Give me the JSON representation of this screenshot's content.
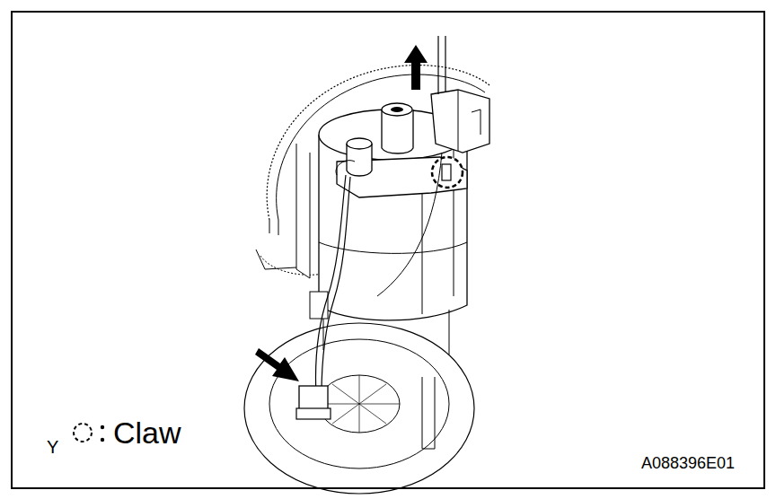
{
  "diagram": {
    "labels": [
      "Y",
      "A088396E01"
    ],
    "legend": [
      {
        "text": "Claw"
      }
    ]
  }
}
